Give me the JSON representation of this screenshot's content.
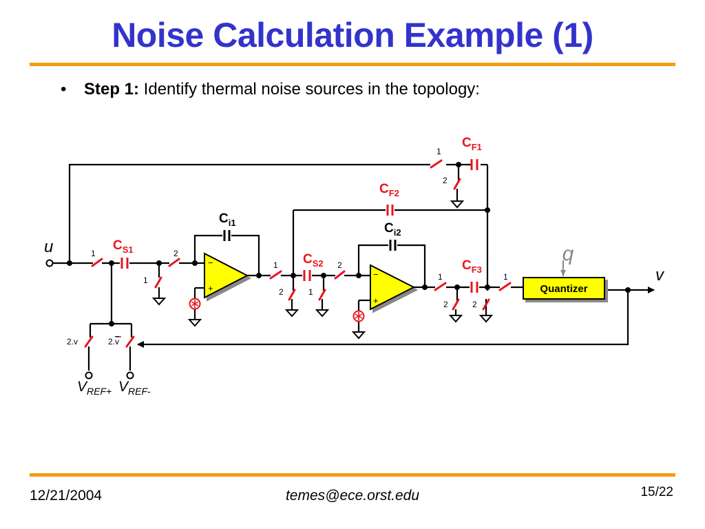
{
  "slide": {
    "title": "Noise Calculation Example (1)",
    "bullet": {
      "marker": "•",
      "bold_part": "Step 1:",
      "text": " Identify thermal noise sources in the topology:"
    },
    "footer": {
      "date": "12/21/2004",
      "email": "temes@ece.orst.edu",
      "page": "15/22"
    }
  },
  "diagram": {
    "input_label": "u",
    "output_label": "v",
    "quantizer_label": "Quantizer",
    "quantization_noise_label": "q",
    "capacitors": {
      "cs1": {
        "main": "C",
        "sub": "S1"
      },
      "ci1": {
        "main": "C",
        "sub": "i1"
      },
      "cs2": {
        "main": "C",
        "sub": "S2"
      },
      "ci2": {
        "main": "C",
        "sub": "i2"
      },
      "cf1": {
        "main": "C",
        "sub": "F1"
      },
      "cf2": {
        "main": "C",
        "sub": "F2"
      },
      "cf3": {
        "main": "C",
        "sub": "F3"
      }
    },
    "phase_labels": {
      "one": "1",
      "two": "2"
    },
    "dac_labels": {
      "v": "2.v",
      "vbar_prefix": "2.",
      "vbar_letter": "v"
    },
    "references": {
      "plus": {
        "main": "V",
        "sub": "REF+"
      },
      "minus": {
        "main": "V",
        "sub": "REF-"
      }
    },
    "opamp_signs": {
      "minus": "−",
      "plus": "+"
    },
    "colors": {
      "wire": "#000000",
      "switch": "#e8141e",
      "capacitor": "#e8141e",
      "cap_label_red": "#e8141e",
      "opamp_fill": "#ffff00",
      "quantizer_fill": "#ffff00",
      "noise_source": "#e8141e",
      "q_label": "#888888",
      "title": "#3333cc",
      "rule": "#f39c12"
    }
  }
}
